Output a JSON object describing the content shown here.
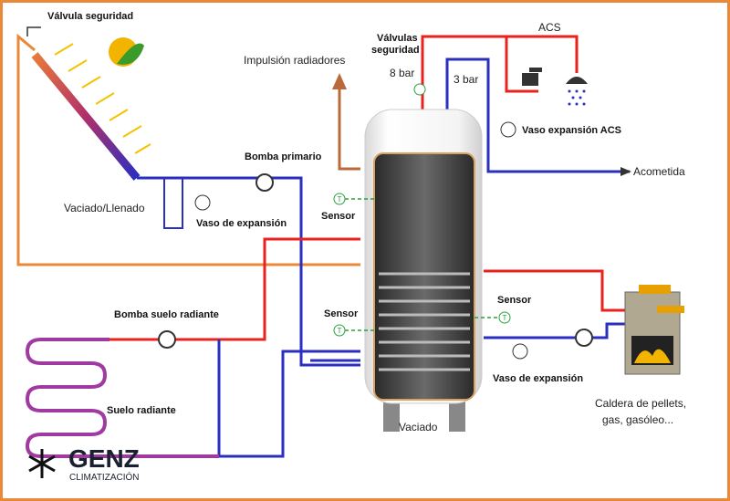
{
  "labels": {
    "safety_valve": "Válvula seguridad",
    "radiator_supply": "Impulsión radiadores",
    "safety_valves_1": "Válvulas",
    "safety_valves_2": "seguridad",
    "bar8": "8 bar",
    "bar3": "3 bar",
    "acs": "ACS",
    "acs_expansion": "Vaso expansión ACS",
    "mains": "Acometida",
    "primary_pump": "Bomba primario",
    "drain_fill": "Vaciado/Llenado",
    "expansion_left": "Vaso de expansión",
    "sensor_top": "Sensor",
    "sensor_mid": "Sensor",
    "sensor_right": "Sensor",
    "floor_pump": "Bomba suelo radiante",
    "floor_heating": "Suelo radiante",
    "drain": "Vaciado",
    "expansion_right": "Vaso de expansión",
    "boiler_1": "Caldera de pellets,",
    "boiler_2": "gas, gasóleo...",
    "sensor_symbol": "T"
  },
  "logo": {
    "name": "GENZ",
    "subtitle": "CLIMATIZACIÓN"
  },
  "colors": {
    "hot": "#e8231f",
    "cold": "#2a2fc0",
    "solar": "#e8893a",
    "border": "#e8893a",
    "sensor": "#2aa040"
  }
}
